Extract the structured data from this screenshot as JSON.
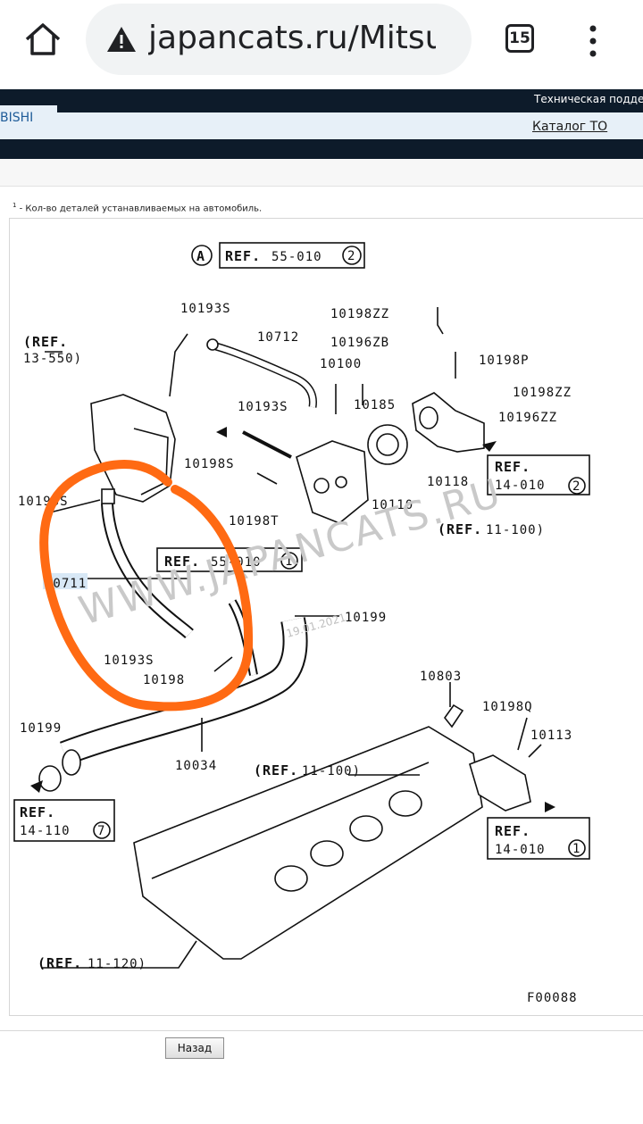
{
  "browser": {
    "url": "japancats.ru/Mitsubishi",
    "tab_count": "15"
  },
  "site": {
    "brand": "BISHI",
    "support": "Техническая поддержка",
    "catalog_link": "Каталог ТО"
  },
  "footnote": {
    "sup": "1",
    "text": " - Кол-во деталей устанавливаемых на автомобиль."
  },
  "diagram": {
    "ref_a_letter": "A",
    "ref_top": "REF.",
    "ref_top_num": "55-010",
    "ref_top_idx": "2",
    "ref_13550_a": "(REF.",
    "ref_13550_b": "13-550)",
    "p10193s_1": "10193S",
    "p10712": "10712",
    "p10198zz": "10198ZZ",
    "p10196zb": "10196ZB",
    "p10100": "10100",
    "p10198p": "10198P",
    "p10198zz_2": "10198ZZ",
    "p10196zz": "10196ZZ",
    "p10193s_2": "10193S",
    "p10185": "10185",
    "ref_14010_a": "REF.",
    "ref_14010_num": "14-010",
    "ref_14010_idx": "2",
    "p10198s": "10198S",
    "p10118": "10118",
    "p10193s_3": "10193S",
    "p10198t": "10198T",
    "p10110": "10110",
    "ref_11100": "(REF.",
    "ref_11100_num": "11-100)",
    "ref_55010_1": "REF.",
    "ref_55010_1_num": "55-010",
    "ref_55010_1_idx": "1",
    "p10711": "10711",
    "p10199_1": "10199",
    "p10193s_4": "10193S",
    "p10198": "10198",
    "p10803": "10803",
    "p10199_2": "10199",
    "p10198q": "10198Q",
    "p10113": "10113",
    "p10034": "10034",
    "ref_11100_b": "(REF.",
    "ref_11100_b_num": "11-100)",
    "ref_14110": "REF.",
    "ref_14110_num": "14-110",
    "ref_14110_idx": "7",
    "ref_14010b": "REF.",
    "ref_14010b_num": "14-010",
    "ref_14010b_idx": "1",
    "ref_11120": "(REF.",
    "ref_11120_num": "11-120)",
    "figure_code": "F00088",
    "watermark": "WWW.JAPANCATS.RU",
    "watermark_date": "19.01.2021",
    "highlight_color": "#ff6a13"
  },
  "actions": {
    "back": "Назад"
  }
}
